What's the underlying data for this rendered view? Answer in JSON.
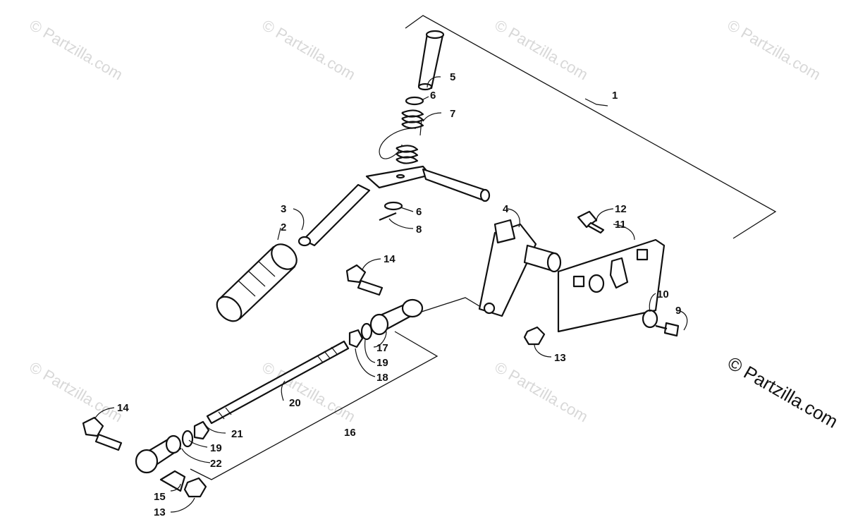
{
  "watermark_text": "© Partzilla.com",
  "copyright_text": "© Partzilla.com",
  "callouts": [
    {
      "id": "c1",
      "num": "1"
    },
    {
      "id": "c2",
      "num": "2"
    },
    {
      "id": "c3",
      "num": "3"
    },
    {
      "id": "c4",
      "num": "4"
    },
    {
      "id": "c5",
      "num": "5"
    },
    {
      "id": "c6a",
      "num": "6"
    },
    {
      "id": "c6b",
      "num": "6"
    },
    {
      "id": "c7",
      "num": "7"
    },
    {
      "id": "c8",
      "num": "8"
    },
    {
      "id": "c9",
      "num": "9"
    },
    {
      "id": "c10",
      "num": "10"
    },
    {
      "id": "c11",
      "num": "11"
    },
    {
      "id": "c12",
      "num": "12"
    },
    {
      "id": "c13a",
      "num": "13"
    },
    {
      "id": "c13b",
      "num": "13"
    },
    {
      "id": "c14a",
      "num": "14"
    },
    {
      "id": "c14b",
      "num": "14"
    },
    {
      "id": "c15",
      "num": "15"
    },
    {
      "id": "c16",
      "num": "16"
    },
    {
      "id": "c17",
      "num": "17"
    },
    {
      "id": "c18",
      "num": "18"
    },
    {
      "id": "c19a",
      "num": "19"
    },
    {
      "id": "c19b",
      "num": "19"
    },
    {
      "id": "c20",
      "num": "20"
    },
    {
      "id": "c21",
      "num": "21"
    },
    {
      "id": "c22",
      "num": "22"
    }
  ]
}
